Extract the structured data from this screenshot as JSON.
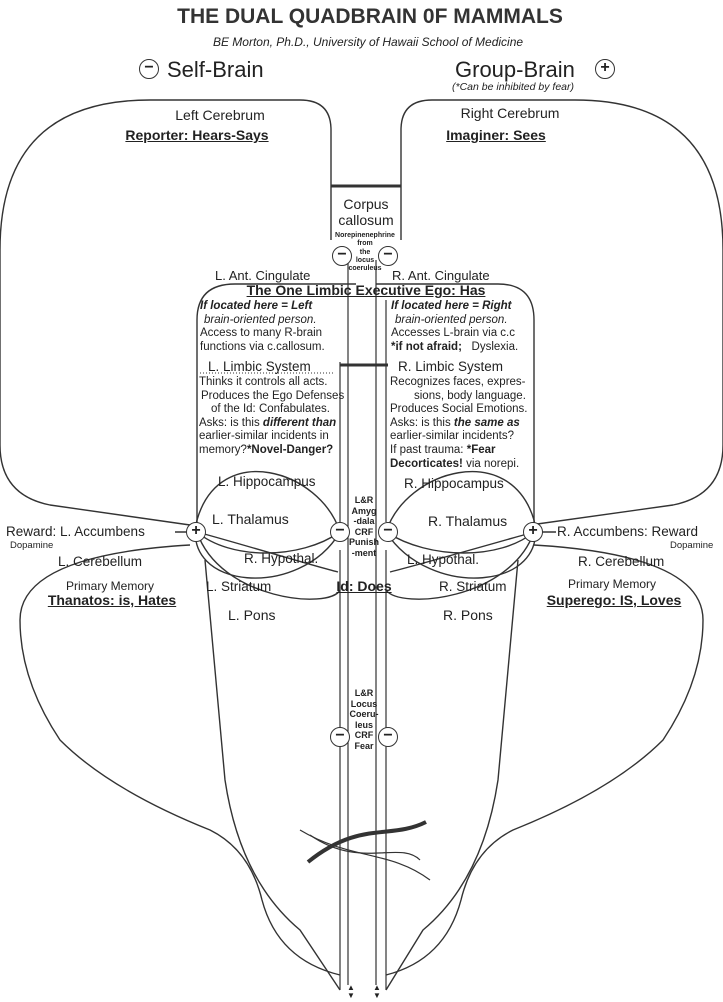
{
  "title": "THE DUAL QUADBRAIN 0F MAMMALS",
  "author": "BE Morton, Ph.D., University of Hawaii School of Medicine",
  "left_brain": {
    "sign": "−",
    "label": "Self-Brain"
  },
  "right_brain": {
    "sign": "+",
    "label": "Group-Brain",
    "note": "(*Can be inhibited by fear)"
  },
  "left_cerebrum": {
    "name": "Left Cerebrum",
    "role": "Reporter: Hears-Says"
  },
  "right_cerebrum": {
    "name": "Right Cerebrum",
    "role": "Imaginer: Sees"
  },
  "corpus_callosum": {
    "line1": "Corpus",
    "line2": "callosum"
  },
  "norepinephrine": [
    "Norepinenephrine",
    "from",
    "the",
    "locus",
    "coeruleus"
  ],
  "limbic": {
    "left_cingulate": "L. Ant. Cingulate",
    "right_cingulate": "R. Ant. Cingulate",
    "ego_title": "The One Limbic Executive Ego: Has",
    "left_location": [
      "If located here = Left",
      "brain-oriented person."
    ],
    "left_access": [
      "Access to many R-brain",
      "functions via c.callosum."
    ],
    "right_location": [
      "If located here = Right",
      "brain-oriented person."
    ],
    "right_access": "Accesses L-brain via c.c",
    "right_condition": "*if not afraid;",
    "right_condition_note": "Dyslexia.",
    "left_system": "L. Limbic System",
    "right_system": "R. Limbic System",
    "left_desc": [
      "Thinks it controls all acts.",
      "Produces the Ego Defenses",
      "of the Id: Confabulates.",
      "Asks: is this",
      "different than",
      "earlier-similar incidents in",
      "memory?",
      "*Novel-Danger?"
    ],
    "right_desc": [
      "Recognizes faces, expres-",
      "sions, body language.",
      "Produces Social Emotions.",
      "Asks: is this",
      "the same as",
      "earlier-similar incidents?",
      "If past trauma:",
      "*Fear",
      "Decorticates!",
      "via norepi."
    ]
  },
  "left_structures": {
    "hippocampus": "L. Hippocampus",
    "thalamus": "L. Thalamus",
    "hypothal": "R. Hypothal.",
    "striatum": "L. Striatum",
    "pons": "L. Pons"
  },
  "right_structures": {
    "hippocampus": "R. Hippocampus",
    "thalamus": "R. Thalamus",
    "hypothal": "L. Hypothal.",
    "striatum": "R. Striatum",
    "pons": "R. Pons"
  },
  "reward": {
    "left": "Reward: L. Accumbens",
    "right": "R. Accumbens: Reward",
    "transmitter": "Dopamine"
  },
  "left_cerebellum": {
    "name": "L. Cerebellum",
    "memory": "Primary Memory",
    "drive": "Thanatos: is, Hates"
  },
  "right_cerebellum": {
    "name": "R. Cerebellum",
    "memory": "Primary Memory",
    "drive": "Superego: IS, Loves"
  },
  "amygdala": [
    "L&R",
    "Amyg",
    "-dala",
    "CRF",
    "Punish",
    "-ment"
  ],
  "id_label": "Id: Does",
  "locus": [
    "L&R",
    "Locus",
    "Coeru-",
    "leus",
    "CRF",
    "Fear"
  ],
  "signs": {
    "plus": "+",
    "minus": "−"
  },
  "arrows": "▲▼"
}
